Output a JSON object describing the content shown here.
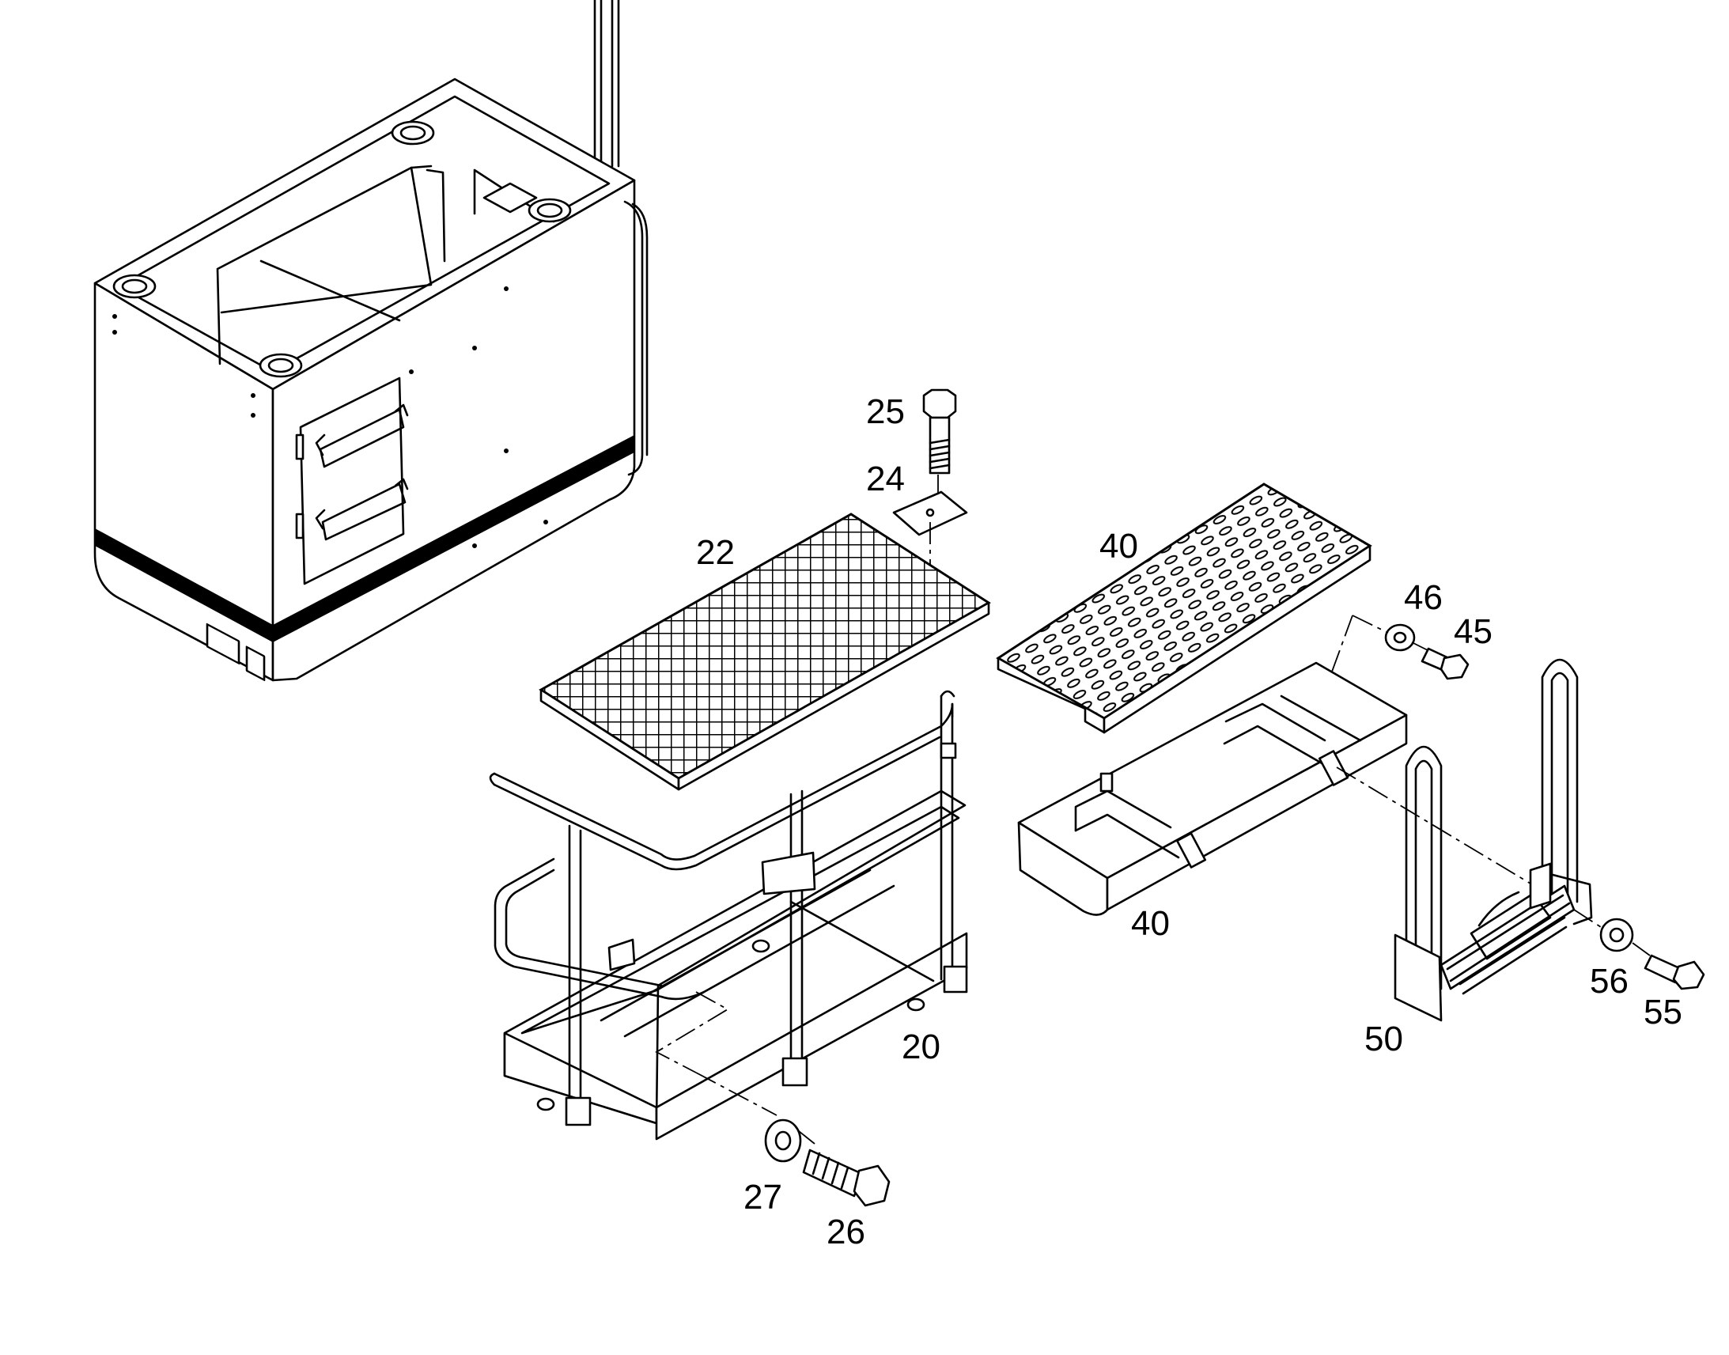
{
  "callouts": {
    "c25": "25",
    "c24": "24",
    "c22": "22",
    "c40a": "40",
    "c46": "46",
    "c45": "45",
    "c40b": "40",
    "c56": "56",
    "c55": "55",
    "c50": "50",
    "c20": "20",
    "c27": "27",
    "c26": "26"
  },
  "colors": {
    "line": "#000000",
    "background": "#ffffff"
  }
}
